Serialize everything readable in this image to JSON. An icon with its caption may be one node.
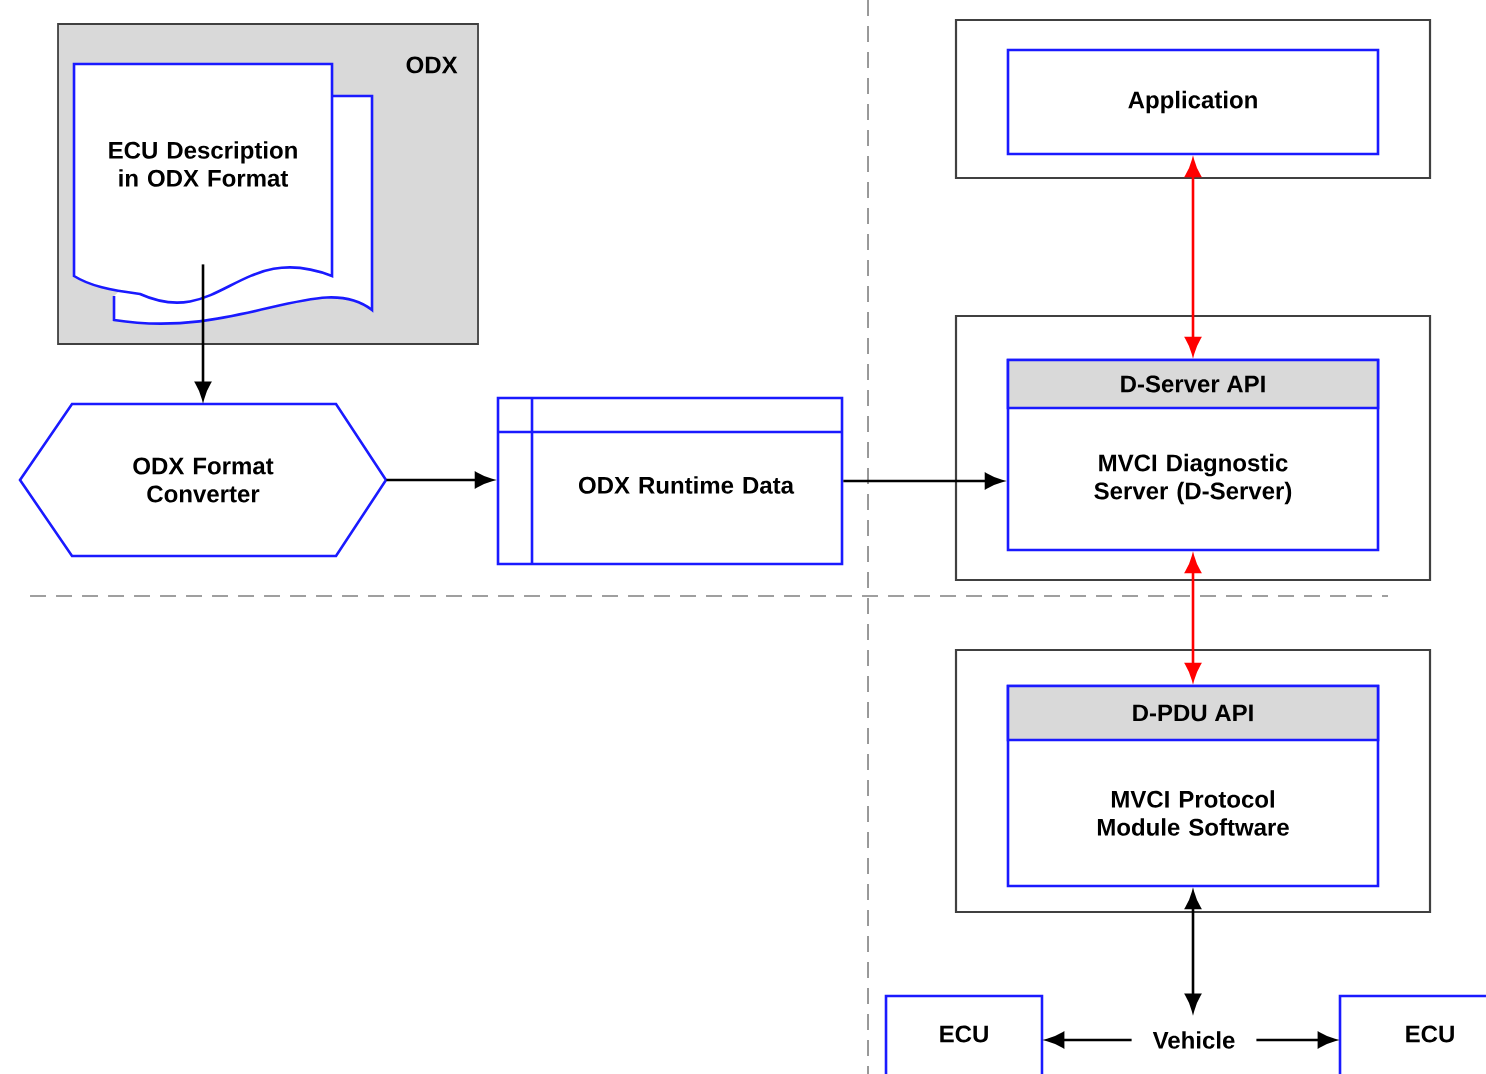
{
  "diagram": {
    "nodes": [
      {
        "text": [
          "ODX"
        ]
      },
      {
        "text": [
          "ECU Description in ODX Format"
        ],
        "in": 0
      },
      {
        "text": [
          "ODX Format Converter"
        ]
      },
      {
        "text": [
          "ODX Runtime Data"
        ]
      },
      {
        "text": [],
        "shape": "box"
      },
      {
        "text": [
          "Application"
        ],
        "in": 4
      },
      {
        "text": [],
        "shape": "box"
      },
      {
        "text": [
          "D-Server API",
          "MVCI Diagnostic Server (D-Server)"
        ],
        "in": 6
      },
      {
        "text": [],
        "shape": "box"
      },
      {
        "text": [
          "D-PDU API",
          "MVCI Protocol Module Software"
        ],
        "in": 8
      },
      {
        "text": [
          "ECU"
        ]
      },
      {
        "text": [
          "Vehicle"
        ]
      },
      {
        "text": [
          "ECU"
        ]
      }
    ],
    "edges": [
      {
        "from": 1,
        "to": 2,
        "arrow": "to"
      },
      {
        "from": 2,
        "to": 3,
        "arrow": "to"
      },
      {
        "from": 3,
        "to": 7,
        "arrow": "to"
      },
      {
        "from": 5,
        "to": 7,
        "arrow": "both",
        "color": "#ff0000"
      },
      {
        "from": 7,
        "to": 9,
        "arrow": "both",
        "color": "#ff0000"
      },
      {
        "from": 9,
        "to": 11,
        "arrow": "both"
      },
      {
        "from": 11,
        "to": 10,
        "arrow": "to"
      },
      {
        "from": 11,
        "to": 12,
        "arrow": "to"
      }
    ]
  }
}
